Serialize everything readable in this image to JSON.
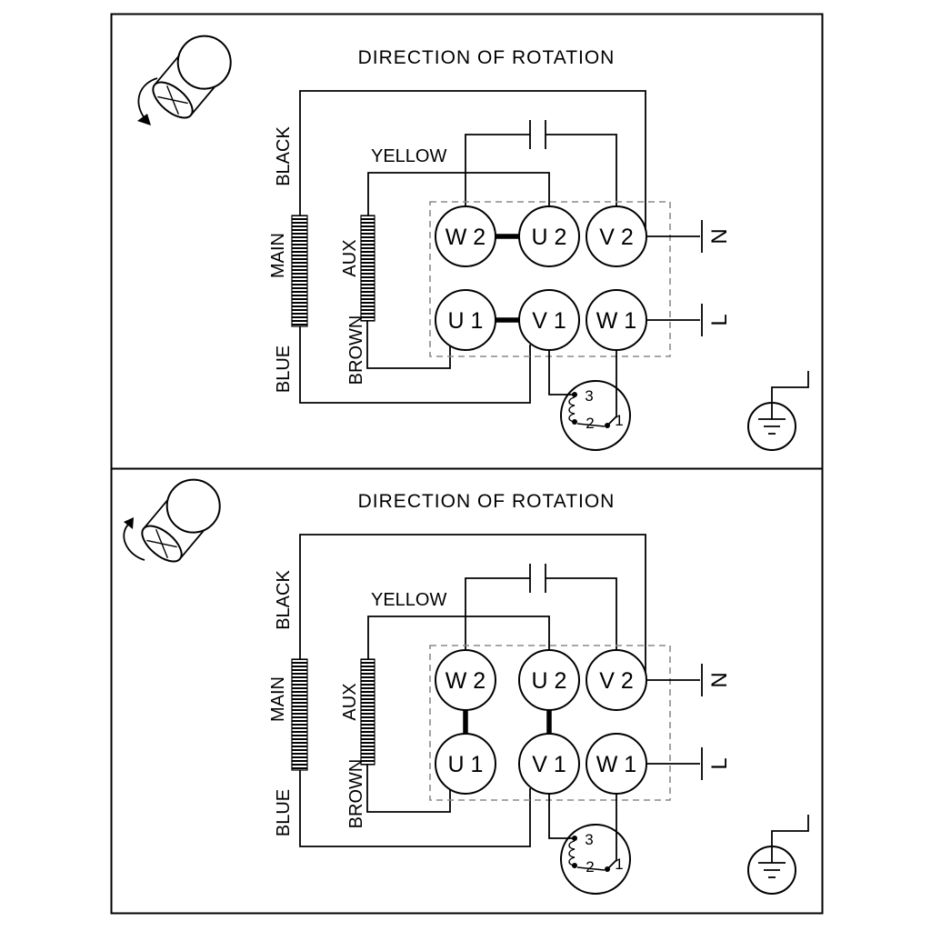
{
  "figure": {
    "type": "motor-wiring-diagram"
  },
  "colors": {
    "line": "#000000",
    "background": "#ffffff",
    "dashed_box": "#8a8a8a"
  },
  "icons": {
    "motor_top": "motor cylinder with rotation arrow (one direction)",
    "motor_bottom": "motor cylinder with rotation arrow (opposite direction)",
    "capacitor": "capacitor symbol",
    "thermal_switch": "thermal protector with terminals 1-2-3",
    "earth": "protective earth ground symbol"
  },
  "panels": [
    {
      "title": "DIRECTION OF ROTATION",
      "rotation_direction": "clockwise",
      "labels": {
        "black": "BLACK",
        "main": "MAIN",
        "blue": "BLUE",
        "aux": "AUX",
        "brown": "BROWN",
        "yellow": "YELLOW"
      },
      "terminals": {
        "w2": "W 2",
        "u2": "U 2",
        "v2": "V 2",
        "u1": "U 1",
        "v1": "V 1",
        "w1": "W 1"
      },
      "links": [
        "W2-U2",
        "U1-V1"
      ],
      "supply": {
        "neutral": "N",
        "line": "L"
      },
      "thermal_switch": {
        "t3": "3",
        "t2": "2",
        "t1": "1"
      }
    },
    {
      "title": "DIRECTION OF ROTATION",
      "rotation_direction": "counter-clockwise",
      "labels": {
        "black": "BLACK",
        "main": "MAIN",
        "blue": "BLUE",
        "aux": "AUX",
        "brown": "BROWN",
        "yellow": "YELLOW"
      },
      "terminals": {
        "w2": "W 2",
        "u2": "U 2",
        "v2": "V 2",
        "u1": "U 1",
        "v1": "V 1",
        "w1": "W 1"
      },
      "links": [
        "W2-U1",
        "U2-V1"
      ],
      "supply": {
        "neutral": "N",
        "line": "L"
      },
      "thermal_switch": {
        "t3": "3",
        "t2": "2",
        "t1": "1"
      }
    }
  ]
}
